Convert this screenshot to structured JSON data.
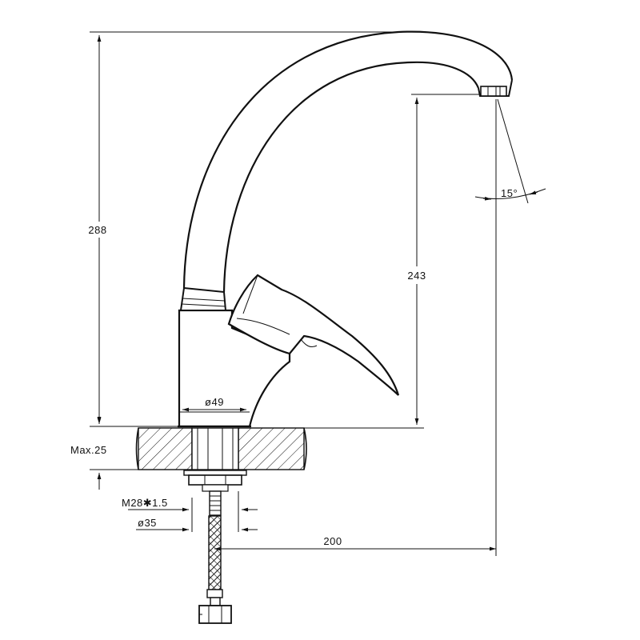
{
  "drawing": {
    "dimensions": {
      "total_height": "288",
      "spout_height": "243",
      "spout_reach": "200",
      "max_countertop": "Max.25",
      "body_diameter": "ø49",
      "thread": "M28✱1.5",
      "hole_diameter": "ø35",
      "spray_angle": "15°"
    },
    "colors": {
      "line": "#111111",
      "background": "#ffffff"
    }
  }
}
